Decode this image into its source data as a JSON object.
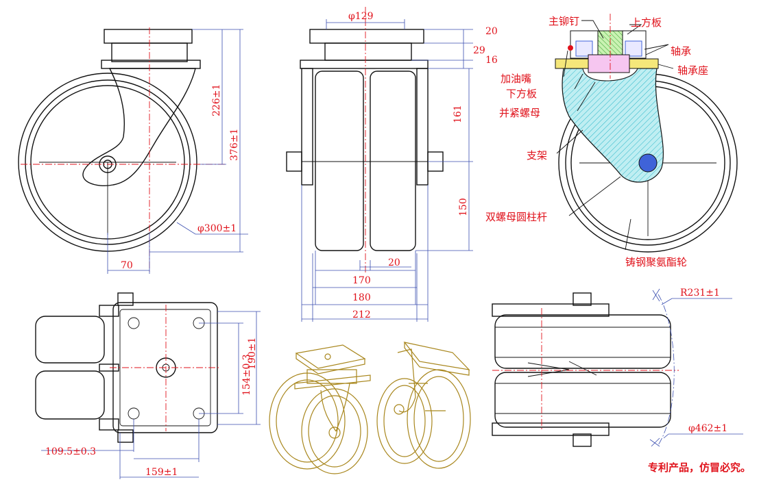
{
  "side_view": {
    "dims": {
      "h226": "226±1",
      "h376": "376±1",
      "wheel_dia": "φ300±1",
      "offset": "70"
    }
  },
  "front_view": {
    "dims": {
      "plate_w": "φ129",
      "t20": "20",
      "t29": "29",
      "t16": "16",
      "h161": "161",
      "h150": "150",
      "gap20": "20",
      "w170": "170",
      "w180": "180",
      "w212": "212"
    }
  },
  "section_view": {
    "labels": {
      "main_rivet": "主铆钉",
      "top_plate": "上方板",
      "bearing": "轴承",
      "grease_nipple": "加油嘴",
      "bearing_seat": "轴承座",
      "bottom_plate": "下方板",
      "lock_nut": "并紧螺母",
      "bracket": "支架",
      "axle": "双螺母圆柱杆",
      "wheel": "铸钢聚氨酯轮"
    }
  },
  "top_view": {
    "dims": {
      "h154": "154±0.3",
      "h190": "190±1",
      "w109": "109.5±0.3",
      "w159": "159±1"
    }
  },
  "swing_view": {
    "dims": {
      "radius": "R231±1",
      "dia": "φ462±1"
    }
  },
  "notice": "专利产品，仿冒必究。",
  "colors": {
    "dimension_text": "#e0121b",
    "dimension_line": "#3b4fb0",
    "hatch": "#2bb7c9",
    "iso_drawing": "#a8861c"
  }
}
